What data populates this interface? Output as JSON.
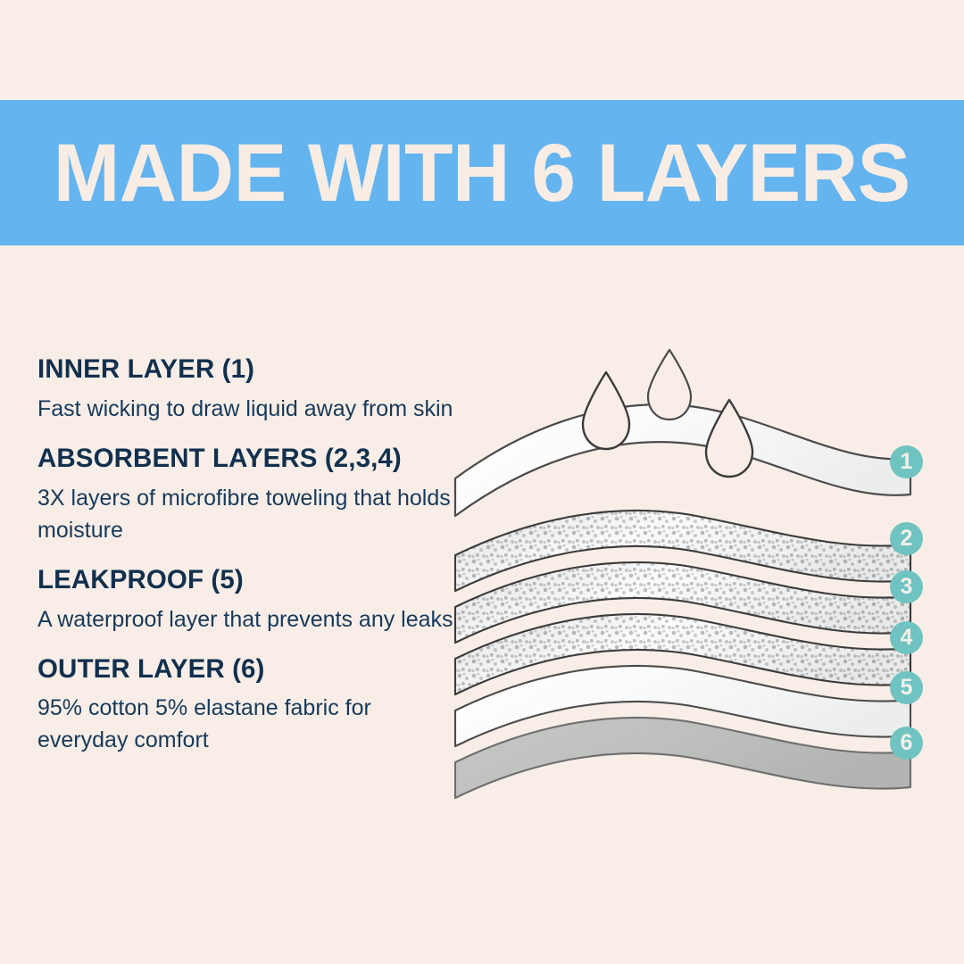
{
  "banner": {
    "title": "MADE WITH 6 LAYERS",
    "background_color": "#64b4f0",
    "text_color": "#f8ede5"
  },
  "page": {
    "background_color": "#f9eee7",
    "heading_color": "#11304e",
    "body_color": "#17395a",
    "badge_color": "#6fc3c0"
  },
  "sections": [
    {
      "title": "INNER LAYER (1)",
      "description": "Fast wicking to draw liquid away from skin"
    },
    {
      "title": "ABSORBENT LAYERS (2,3,4)",
      "description": "3X layers of microfibre toweling that holds moisture"
    },
    {
      "title": "LEAKPROOF (5)",
      "description": "A waterproof layer that prevents any leaks"
    },
    {
      "title": "OUTER LAYER (6)",
      "description": "95% cotton 5% elastane fabric for everyday comfort"
    }
  ],
  "diagram": {
    "type": "exploded-layer-stack",
    "droplet_count": 3,
    "badges": [
      {
        "number": "1",
        "layer": "inner",
        "texture": "smooth-white"
      },
      {
        "number": "2",
        "layer": "absorbent",
        "texture": "dotted-microfibre"
      },
      {
        "number": "3",
        "layer": "absorbent",
        "texture": "dotted-microfibre"
      },
      {
        "number": "4",
        "layer": "absorbent",
        "texture": "dotted-microfibre"
      },
      {
        "number": "5",
        "layer": "leakproof",
        "texture": "smooth-white"
      },
      {
        "number": "6",
        "layer": "outer",
        "texture": "solid-grey"
      }
    ]
  }
}
